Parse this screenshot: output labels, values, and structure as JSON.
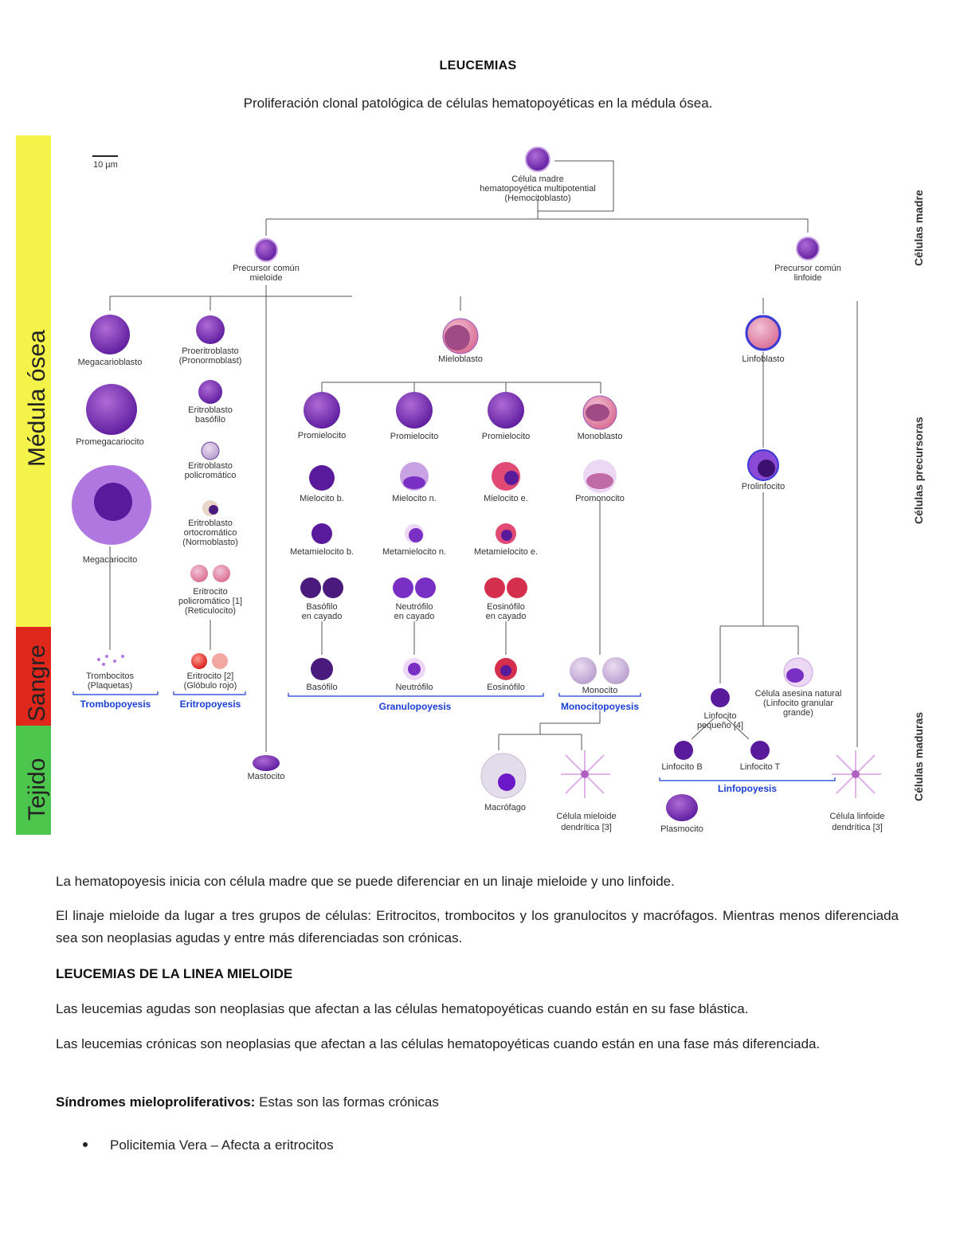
{
  "title": "LEUCEMIAS",
  "subtitle": "Proliferación clonal patológica de células hematopoyéticas en la médula ósea.",
  "colors": {
    "marrow": "#f3f349",
    "blood": "#e0271b",
    "tissue": "#4cc64c",
    "cell": "#7a2fc4",
    "stage_label": "#1a3fd6"
  },
  "figure": {
    "scale_label": "10 µm",
    "bands": {
      "marrow": "Médula ósea",
      "blood": "Sangre",
      "tissue": "Tejido"
    },
    "side_labels": {
      "stem": "Células madre",
      "precursor": "Células precursoras",
      "mature": "Células maduras"
    },
    "stem": [
      "Célula madre",
      "hematopoyética multipotential",
      "(Hemocitoblasto)"
    ],
    "myeloid_precursor": [
      "Precursor común",
      "mieloide"
    ],
    "lymphoid_precursor": [
      "Precursor común",
      "linfoide"
    ],
    "megakaryo": {
      "megacarioblasto": "Megacarioblasto",
      "promegacariocito": "Promegacariocito",
      "megacariocito": "Megacariocito",
      "trombocitos": [
        "Trombocitos",
        "(Plaquetas)"
      ],
      "stage": "Trombopoyesis"
    },
    "erythro": {
      "proeritroblasto": [
        "Proeritroblasto",
        "(Pronormoblast)"
      ],
      "basofilo": [
        "Eritroblasto",
        "basófilo"
      ],
      "policromatico": [
        "Eritroblasto",
        "policromático"
      ],
      "ortocromatico": [
        "Eritroblasto",
        "ortocromático",
        "(Normoblasto)"
      ],
      "reticulocito": [
        "Eritrocito",
        "policromático [1]",
        "(Reticulocito)"
      ],
      "eritrocito": [
        "Eritrocito [2]",
        "(Glóbulo rojo)"
      ],
      "stage": "Eritropoyesis"
    },
    "mastocito": "Mastocito",
    "mieloblasto": "Mieloblasto",
    "granulo": {
      "promielocitos": [
        "Promielocito",
        "Promielocito",
        "Promielocito"
      ],
      "mielocitos": [
        "Mielocito b.",
        "Mielocito n.",
        "Mielocito e."
      ],
      "metamielocitos": [
        "Metamielocito b.",
        "Metamielocito n.",
        "Metamielocito e."
      ],
      "cayado": [
        [
          "Basófilo",
          "en cayado"
        ],
        [
          "Neutrófilo",
          "en cayado"
        ],
        [
          "Eosinófilo",
          "en cayado"
        ]
      ],
      "maduros": [
        "Basófilo",
        "Neutrófilo",
        "Eosinófilo"
      ],
      "stage": "Granulopoyesis"
    },
    "mono": {
      "monoblasto": "Monoblasto",
      "promonocito": "Promonocito",
      "monocito": "Monocito",
      "stage": "Monocitopoyesis",
      "macrofago": "Macrófago",
      "dendritica": [
        "Célula mieloide",
        "dendrítica [3]"
      ]
    },
    "lymph": {
      "linfoblasto": "Linfoblasto",
      "prolinfocito": "Prolinfocito",
      "nk": [
        "Célula asesina natural",
        "(Linfocito granular",
        "grande)"
      ],
      "pequeno": [
        "Linfocito",
        "pequeño [4]"
      ],
      "b": "Linfocito B",
      "t": "Linfocito T",
      "stage": "Linfopoyesis",
      "plasmocito": "Plasmocito",
      "dendritica": [
        "Célula linfoide",
        "dendrítica [3]"
      ]
    }
  },
  "paragraphs": {
    "p1": "La hematopoyesis inicia con célula madre que se puede diferenciar en un linaje mieloide y uno linfoide.",
    "p2": "El linaje mieloide da lugar a tres grupos de células: Eritrocitos, trombocitos y los granulocitos y macrófagos. Mientras menos diferenciada sea son neoplasias agudas y entre más diferenciadas son crónicas.",
    "section_heading": "LEUCEMIAS DE LA LINEA MIELOIDE",
    "p3": "Las leucemias agudas son neoplasias que afectan a las células hematopoyéticas cuando están en su fase blástica.",
    "p4": "Las leucemias crónicas son neoplasias que afectan a las células hematopoyéticas cuando están en una fase más diferenciada.",
    "p5_label": "Síndromes mieloproliferativos:",
    "p5_text": " Estas son las formas crónicas"
  },
  "bullets": [
    "Policitemia Vera – Afecta a eritrocitos"
  ]
}
